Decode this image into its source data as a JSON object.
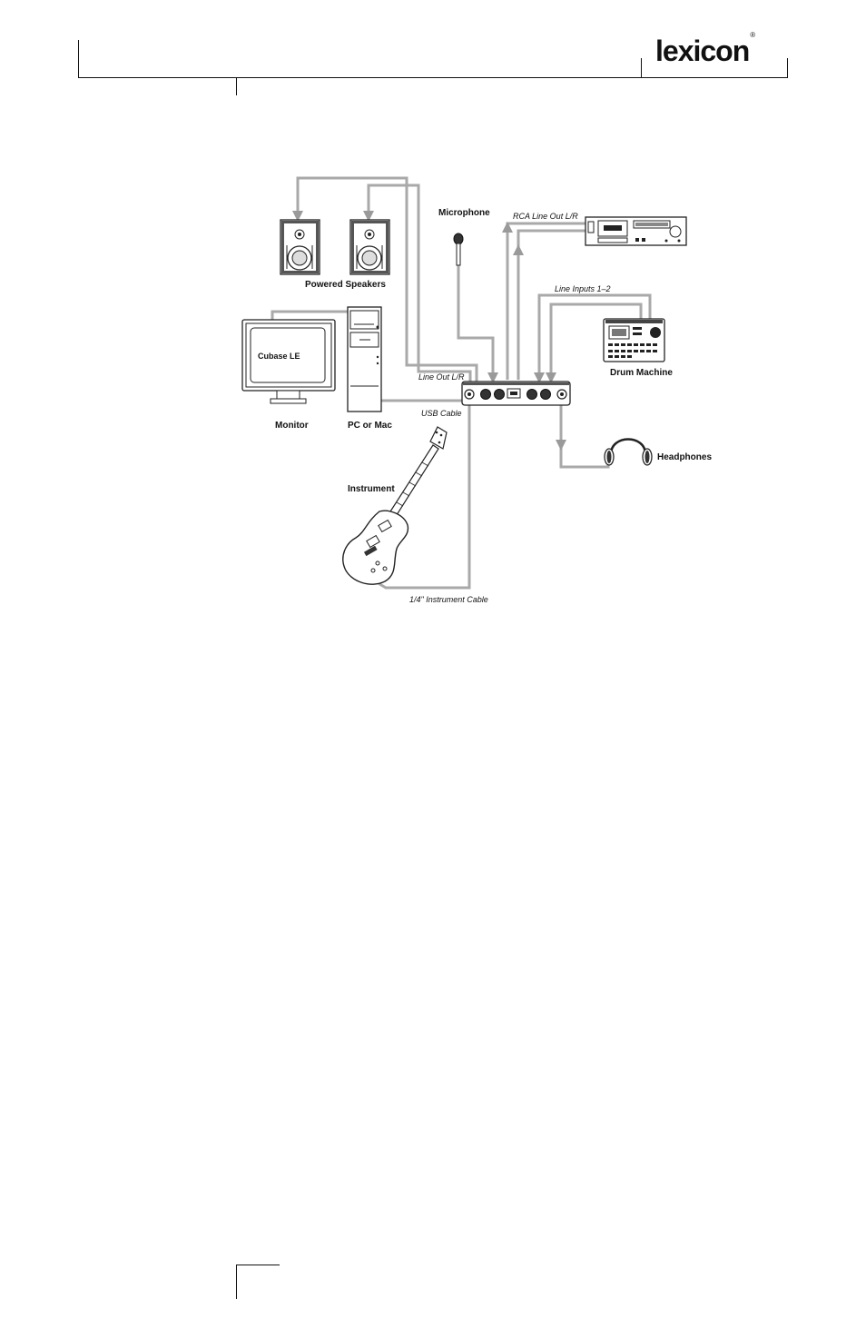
{
  "header": {
    "brand": "lexicon",
    "brand_mark": "®"
  },
  "diagram": {
    "devices": {
      "microphone": "Microphone",
      "powered_speakers": "Powered Speakers",
      "drum_machine": "Drum Machine",
      "headphones": "Headphones",
      "monitor": "Monitor",
      "pc_or_mac": "PC or Mac",
      "instrument": "Instrument",
      "monitor_screen_text": "Cubase LE"
    },
    "cables": {
      "rca_line_out": "RCA Line Out L/R",
      "line_inputs": "Line Inputs 1–2",
      "line_out": "Line Out L/R",
      "usb_cable": "USB Cable",
      "instrument_cable": "1/4\" Instrument Cable"
    },
    "colors": {
      "cable": "#a9a9a9",
      "ink": "#222222"
    }
  }
}
